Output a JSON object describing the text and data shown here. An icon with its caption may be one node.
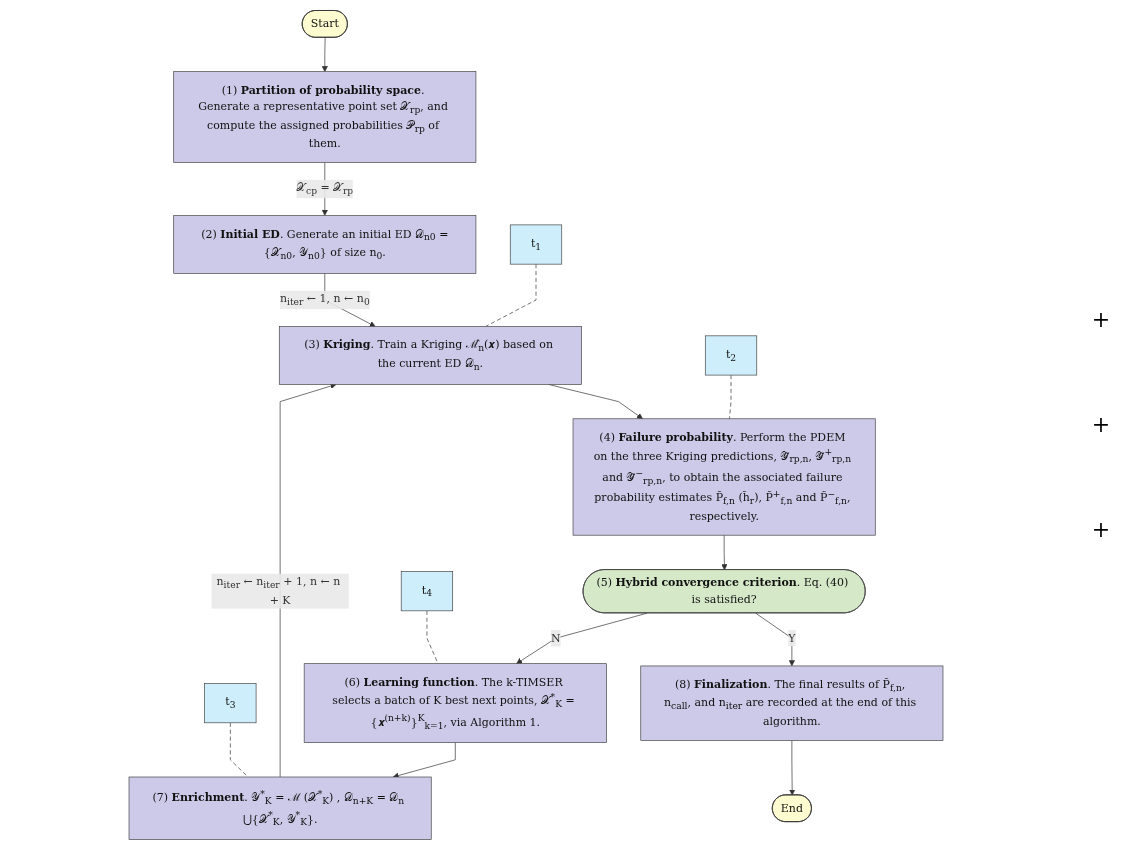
{
  "diagram": {
    "nodes": [
      {
        "text": [
          "Start"
        ]
      },
      {
        "text": [
          "(1) **Partition of probability space**. Generate a representative point set 𝒳$_{rp}$, and compute the assigned probabilities 𝒫$_{rp}$ of them."
        ]
      },
      {
        "text": [
          "(2) **Initial ED**. Generate an initial ED 𝒟$_{n0}$ ={𝒳$_{n0}$, 𝒴$_{n0}$} of size n$_{0}$."
        ]
      },
      {
        "text": [
          "(3) **Kriging**. Train a Kriging ℳ̂$_{n}$(𝒙) based on the current ED 𝒟$_{n}$."
        ]
      },
      {
        "text": [
          "t$_{1}$"
        ]
      },
      {
        "text": [
          "(4) **Failure probability**. Perform the PDEM on the three Kriging predictions, 𝒴̃$_{rp,n}$, 𝒴̃$^{+}$$_{rp,n}$ and 𝒴̃$^{−}$$_{rp,n}$, to obtain the associated failure probability estimates P̃$_{f,n}$ (h̃$_{r}$), P̃$^{+}$$_{f,n}$ and P̃$^{−}$$_{f,n}$, respectively."
        ]
      },
      {
        "text": [
          "t$_{2}$"
        ]
      },
      {
        "text": [
          "(5) **Hybrid convergence criterion**. Eq. (40) is satisfied?"
        ]
      },
      {
        "text": [
          "(7) **Enrichment**. 𝒴$^{*}$$_{K}$ = ℳ (𝒳$^{*}$$_{K}$) , 𝒟$_{n+K}$ = 𝒟$_{n}$ ⋃{𝒳$^{*}$$_{K}$, 𝒴$^{*}$$_{K}$}."
        ]
      },
      {
        "text": [
          "t$_{3}$"
        ]
      },
      {
        "text": [
          "(8) **Finalization**. The final results of P̃$_{f,n}$, n$_{call}$, and n$_{iter}$ are recorded at the end of this algorithm."
        ]
      },
      {
        "text": [
          "(6) **Learning function**. The k-TIMSER selects a batch of K best next points, 𝒳$^{*}$$_{K}$ = {𝒙$^{(n+k)}$}$^{K}$$_{k=1}$, via Algorithm 1."
        ]
      },
      {
        "text": [
          "t$_{4}$"
        ]
      },
      {
        "text": [
          "End"
        ]
      }
    ],
    "edges": [
      {
        "from": 0,
        "to": 1,
        "arrow": "to"
      },
      {
        "from": 1,
        "to": 2,
        "arrow": "to",
        "label": "𝒳$_{cp}$ = 𝒳$_{rp}$"
      },
      {
        "from": 2,
        "to": 3,
        "arrow": "to",
        "label": "n$_{iter}$ ← 1, n ← n$_{0}$"
      },
      {
        "from": 3,
        "to": 5,
        "arrow": "to"
      },
      {
        "from": 5,
        "to": 7,
        "arrow": "to"
      },
      {
        "from": 7,
        "to": 10,
        "arrow": "to",
        "label": "Y"
      },
      {
        "from": 7,
        "to": 11,
        "arrow": "to",
        "label": "N"
      },
      {
        "from": 11,
        "to": 8,
        "arrow": "to"
      },
      {
        "from": 8,
        "to": 3,
        "arrow": "to",
        "label": "n$_{iter}$ ← n$_{iter}$ + 1, n ← n + K"
      },
      {
        "from": 10,
        "to": 13,
        "arrow": "to"
      },
      {
        "from": 4,
        "to": 3,
        "arrow": "none",
        "style": "dashed"
      },
      {
        "from": 6,
        "to": 5,
        "arrow": "none",
        "style": "dashed"
      },
      {
        "from": 9,
        "to": 8,
        "arrow": "none",
        "style": "dashed"
      },
      {
        "from": 12,
        "to": 11,
        "arrow": "none",
        "style": "dashed"
      }
    ],
    "labels": [
      "+",
      "+",
      "+"
    ]
  }
}
